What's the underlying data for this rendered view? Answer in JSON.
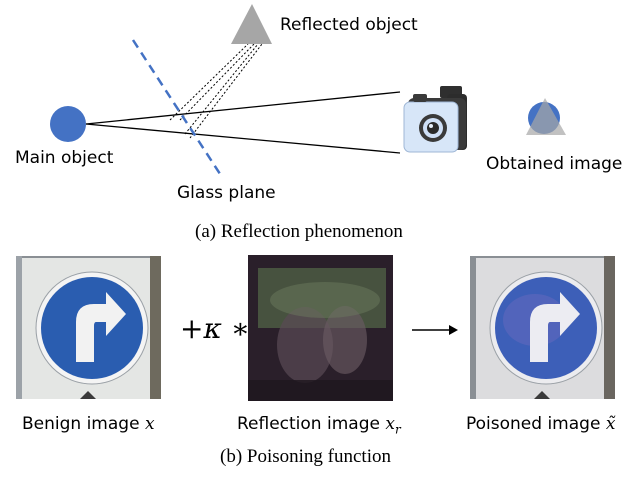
{
  "panel_a": {
    "labels": {
      "reflected_object": "Reflected object",
      "main_object": "Main object",
      "glass_plane": "Glass plane",
      "obtained_image": "Obtained image"
    },
    "caption": "(a) Reflection phenomenon"
  },
  "panel_b": {
    "benign_label": "Benign image",
    "benign_var": "x",
    "reflection_label": "Reflection image",
    "reflection_var": "x",
    "reflection_sub": "r",
    "poisoned_label": "Poisoned image",
    "poisoned_var": "x̃",
    "operator_plus": "+",
    "operator_kappa": "κ",
    "operator_star": "∗",
    "caption": "(b) Poisoning function"
  },
  "colors": {
    "main_object": "#4472c4",
    "reflected_object": "#a6a6a6",
    "glass_plane": "#4472c4",
    "camera_body": "#3a3a3a",
    "camera_front": "#cfe0f7",
    "sign_blue": "#2a5db0",
    "sign_white": "#f2f2f2"
  }
}
